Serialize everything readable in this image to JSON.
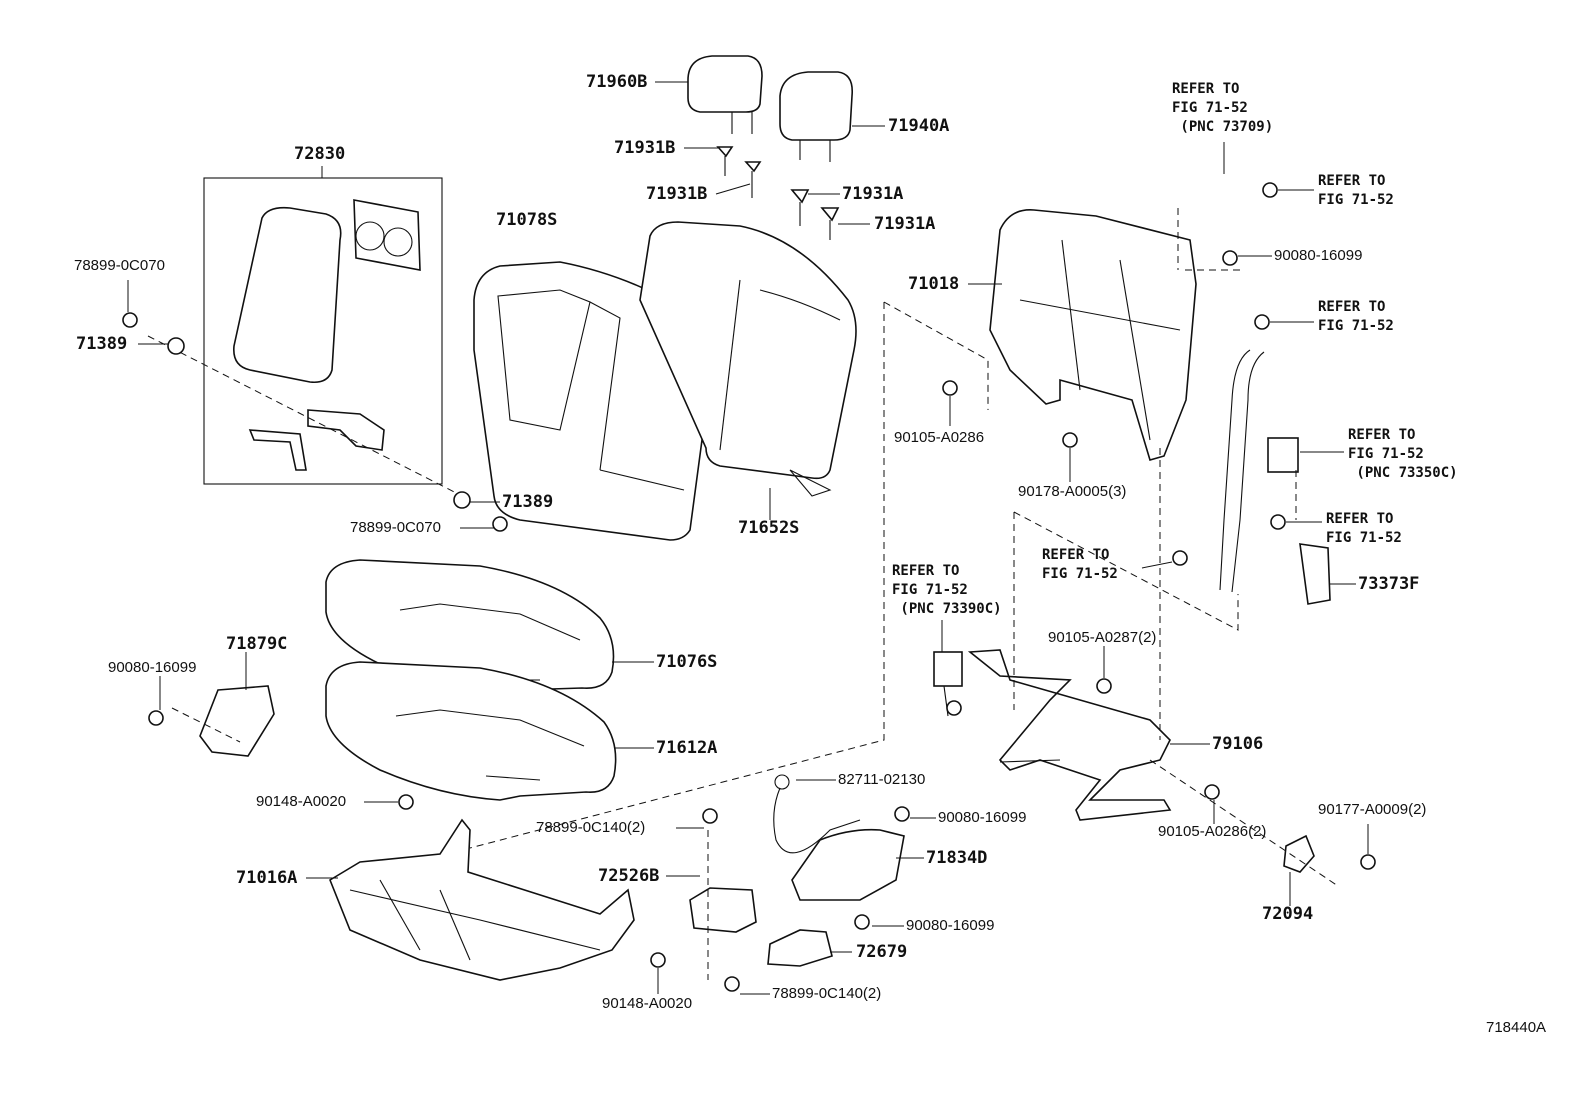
{
  "diagram": {
    "figure_code": "718440A",
    "labels": {
      "p71960B": "71960B",
      "p71940A": "71940A",
      "p71931B_1": "71931B",
      "p71931B_2": "71931B",
      "p71931A_1": "71931A",
      "p71931A_2": "71931A",
      "p72830": "72830",
      "p71078S": "71078S",
      "p78899_0C070_1": "78899-0C070",
      "p71389_1": "71389",
      "p71389_2": "71389",
      "p78899_0C070_2": "78899-0C070",
      "p71652S": "71652S",
      "p71018": "71018",
      "p90080_16099_top": "90080-16099",
      "p90105_A0286": "90105-A0286",
      "p90178_A0005": "90178-A0005(3)",
      "p73373F": "73373F",
      "p71879C": "71879C",
      "p90080_16099_left": "90080-16099",
      "p71076S": "71076S",
      "p71612A": "71612A",
      "p90105_A0287": "90105-A0287(2)",
      "p79106": "79106",
      "p82711_02130": "82711-02130",
      "p90148_A0020_1": "90148-A0020",
      "p78899_0C140_1": "78899-0C140(2)",
      "p90080_16099_mid": "90080-16099",
      "p90105_A0286_2": "90105-A0286(2)",
      "p90177_A0009": "90177-A0009(2)",
      "p71016A": "71016A",
      "p72526B": "72526B",
      "p71834D": "71834D",
      "p72094": "72094",
      "p90080_16099_low": "90080-16099",
      "p72679": "72679",
      "p90148_A0020_2": "90148-A0020",
      "p78899_0C140_2": "78899-0C140(2)"
    },
    "refs": {
      "r1": "REFER TO\nFIG 71-52\n (PNC 73709)",
      "r2": "REFER TO\nFIG 71-52",
      "r3": "REFER TO\nFIG 71-52",
      "r4": "REFER TO\nFIG 71-52\n (PNC 73350C)",
      "r5": "REFER TO\nFIG 71-52",
      "r6": "REFER TO\nFIG 71-52",
      "r7": "REFER TO\nFIG 71-52\n (PNC 73390C)"
    }
  }
}
